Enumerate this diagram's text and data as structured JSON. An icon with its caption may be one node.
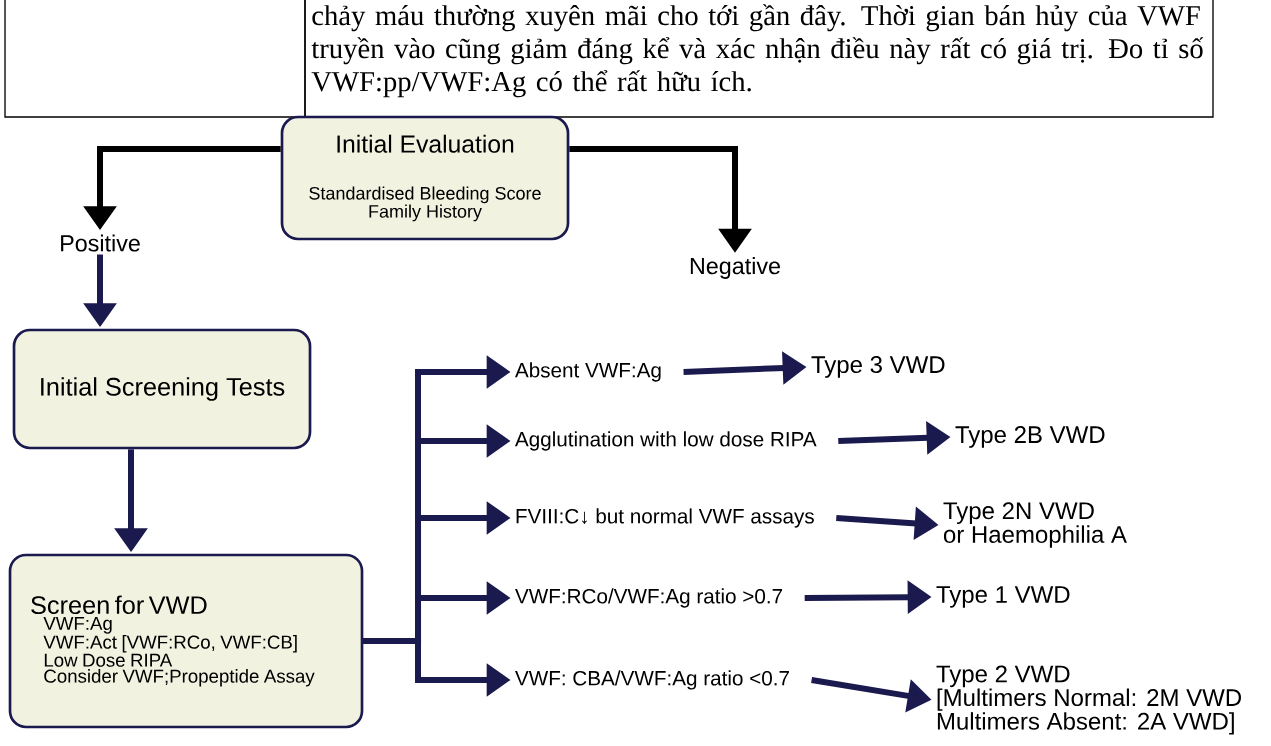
{
  "diagram": {
    "nodes": [
      {
        "text": [
          "Initial Evaluation",
          "Standardised Bleeding Score",
          "Family History"
        ]
      },
      {
        "text": [
          "Positive"
        ]
      },
      {
        "text": [
          "Negative"
        ]
      },
      {
        "text": [
          "Initial Screening Tests"
        ]
      },
      {
        "text": [
          "Screen for VWD",
          "VWF:Ag",
          "VWF:Act [VWF:RCo, VWF:CB]",
          "Low Dose RIPA",
          "Consider VWF;Propeptide Assay"
        ]
      },
      {
        "text": [
          "Absent VWF:Ag"
        ]
      },
      {
        "text": [
          "Agglutination with low dose RIPA"
        ]
      },
      {
        "text": [
          "FVIII:C↓ but normal VWF assays"
        ]
      },
      {
        "text": [
          "VWF:RCo/VWF:Ag ratio >0.7"
        ]
      },
      {
        "text": [
          "VWF: CBA/VWF:Ag ratio <0.7"
        ]
      },
      {
        "text": [
          "Type 3 VWD"
        ]
      },
      {
        "text": [
          "Type 2B VWD"
        ]
      },
      {
        "text": [
          "Type 2N VWD",
          "or Haemophilia A"
        ]
      },
      {
        "text": [
          "Type 1 VWD"
        ]
      },
      {
        "text": [
          "Type 2 VWD",
          "[Multimers Normal: 2M VWD",
          "Multimers Absent: 2A VWD]"
        ]
      }
    ],
    "edges": [
      {
        "from": 0,
        "to": 1,
        "arrow": "to",
        "color": "#000000"
      },
      {
        "from": 0,
        "to": 2,
        "arrow": "to",
        "color": "#000000"
      },
      {
        "from": 1,
        "to": 3,
        "arrow": "to"
      },
      {
        "from": 3,
        "to": 4,
        "arrow": "to"
      },
      {
        "from": 4,
        "to": 5,
        "arrow": "to"
      },
      {
        "from": 4,
        "to": 6,
        "arrow": "to"
      },
      {
        "from": 4,
        "to": 7,
        "arrow": "to"
      },
      {
        "from": 4,
        "to": 8,
        "arrow": "to"
      },
      {
        "from": 4,
        "to": 9,
        "arrow": "to"
      },
      {
        "from": 5,
        "to": 10,
        "arrow": "to"
      },
      {
        "from": 6,
        "to": 11,
        "arrow": "to"
      },
      {
        "from": 7,
        "to": 12,
        "arrow": "to"
      },
      {
        "from": 8,
        "to": 13,
        "arrow": "to"
      },
      {
        "from": 9,
        "to": 14,
        "arrow": "to"
      }
    ],
    "labels": [
      "chảy máu thường xuyên mãi cho tới gần đây. Thời gian bán hủy của VWF truyền vào cũng giảm đáng kể và xác nhận điều này rất có giá trị. Đo tỉ số VWF:pp/VWF:Ag có thể rất hữu ích."
    ]
  }
}
